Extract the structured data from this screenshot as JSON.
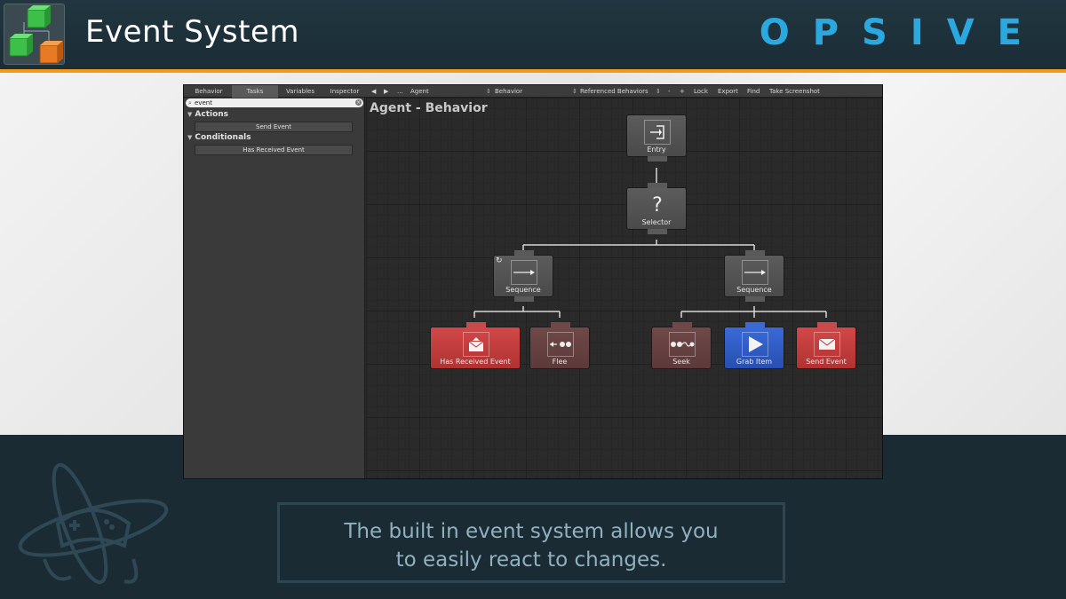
{
  "header": {
    "title": "Event System",
    "brand": "OPSIVE"
  },
  "editor": {
    "tabs": [
      {
        "label": "Behavior",
        "active": false
      },
      {
        "label": "Tasks",
        "active": true
      },
      {
        "label": "Variables",
        "active": false
      },
      {
        "label": "Inspector",
        "active": false
      }
    ],
    "toolbar": {
      "back": "◀",
      "forward": "▶",
      "more": "...",
      "agent": "Agent",
      "behavior": "Behavior",
      "referenced": "Referenced Behaviors",
      "minus": "-",
      "plus": "+",
      "lock": "Lock",
      "export": "Export",
      "find": "Find",
      "screenshot": "Take Screenshot"
    },
    "search": {
      "value": "event"
    },
    "categories": [
      {
        "label": "Actions",
        "tasks": [
          "Send Event"
        ]
      },
      {
        "label": "Conditionals",
        "tasks": [
          "Has Received Event"
        ]
      }
    ],
    "graph_title": "Agent - Behavior",
    "nodes": {
      "entry": "Entry",
      "selector": "Selector",
      "sequence_left": "Sequence",
      "sequence_right": "Sequence",
      "has_received_event": "Has Received Event",
      "flee": "Flee",
      "seek": "Seek",
      "grab_item": "Grab Item",
      "send_event": "Send Event"
    }
  },
  "caption": {
    "line1": "The built in event system allows you",
    "line2": "to easily react to changes."
  },
  "colors": {
    "accent_orange": "#f39a1c",
    "brand_blue": "#2aa8e0",
    "node_red": "#c84040",
    "node_blue": "#3a6ad8",
    "node_brown": "#6a4444",
    "node_gray": "#555555"
  }
}
